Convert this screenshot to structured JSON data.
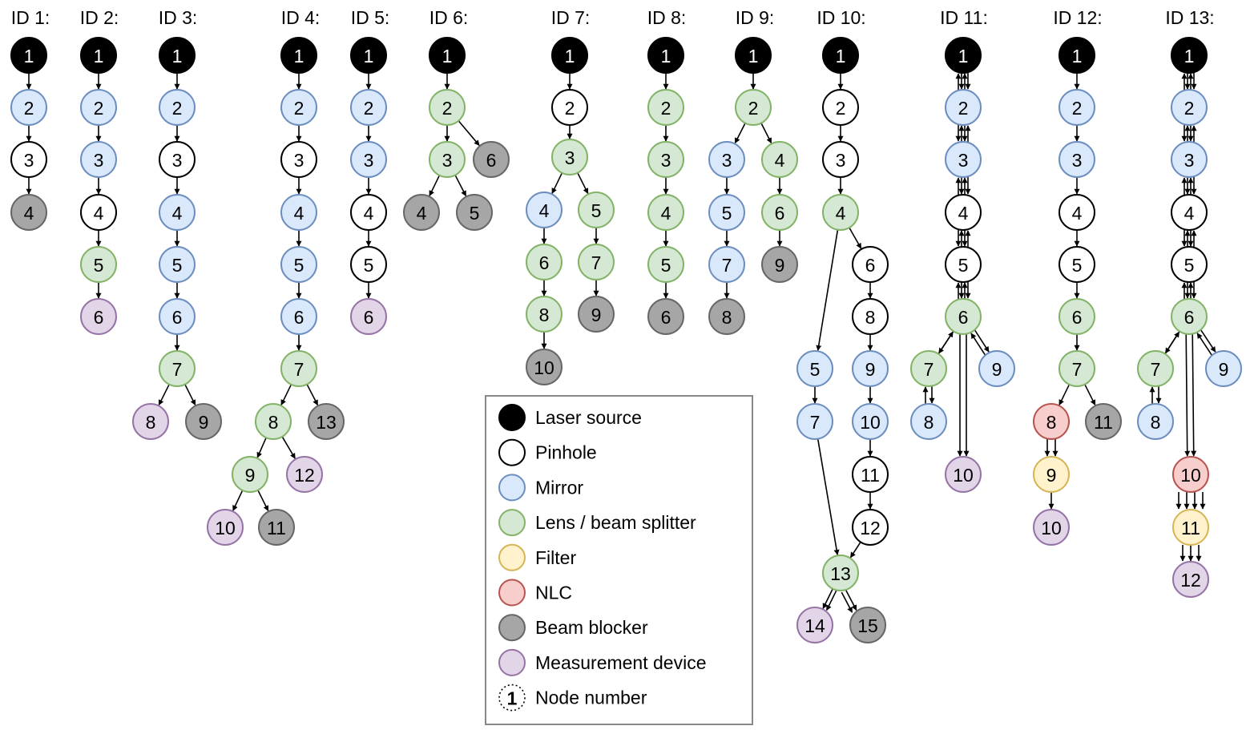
{
  "types": {
    "laser": {
      "label": "Laser source",
      "fill": "#000000",
      "stroke": "#000000",
      "text": "#ffffff"
    },
    "pinhole": {
      "label": "Pinhole",
      "fill": "#ffffff",
      "stroke": "#000000",
      "text": "#000000"
    },
    "mirror": {
      "label": "Mirror",
      "fill": "#dae8fc",
      "stroke": "#6c8ebf",
      "text": "#000000"
    },
    "lens": {
      "label": "Lens / beam splitter",
      "fill": "#d5e8d4",
      "stroke": "#82b366",
      "text": "#000000"
    },
    "filter": {
      "label": "Filter",
      "fill": "#fff2cc",
      "stroke": "#d6b656",
      "text": "#000000"
    },
    "nlc": {
      "label": "NLC",
      "fill": "#f8cecc",
      "stroke": "#b85450",
      "text": "#000000"
    },
    "blocker": {
      "label": "Beam blocker",
      "fill": "#a6a6a6",
      "stroke": "#666666",
      "text": "#000000"
    },
    "measure": {
      "label": "Measurement device",
      "fill": "#e1d5e7",
      "stroke": "#9673a6",
      "text": "#000000"
    }
  },
  "legend": {
    "items": [
      "laser",
      "pinhole",
      "mirror",
      "lens",
      "filter",
      "nlc",
      "blocker",
      "measure"
    ],
    "node_number_label": "Node number",
    "node_number_example": "1"
  },
  "graphs": [
    {
      "title": "ID 1:",
      "nodes": [
        [
          "1",
          "laser"
        ],
        [
          "2",
          "mirror"
        ],
        [
          "3",
          "pinhole"
        ],
        [
          "4",
          "blocker"
        ]
      ],
      "edges": [
        [
          "1",
          "2"
        ],
        [
          "2",
          "3"
        ],
        [
          "3",
          "4"
        ]
      ]
    },
    {
      "title": "ID 2:",
      "nodes": [
        [
          "1",
          "laser"
        ],
        [
          "2",
          "mirror"
        ],
        [
          "3",
          "mirror"
        ],
        [
          "4",
          "pinhole"
        ],
        [
          "5",
          "lens"
        ],
        [
          "6",
          "measure"
        ]
      ],
      "edges": [
        [
          "1",
          "2"
        ],
        [
          "2",
          "3"
        ],
        [
          "3",
          "4"
        ],
        [
          "4",
          "5"
        ],
        [
          "5",
          "6"
        ]
      ]
    },
    {
      "title": "ID 3:",
      "nodes": [
        [
          "1",
          "laser"
        ],
        [
          "2",
          "mirror"
        ],
        [
          "3",
          "pinhole"
        ],
        [
          "4",
          "mirror"
        ],
        [
          "5",
          "mirror"
        ],
        [
          "6",
          "mirror"
        ],
        [
          "7",
          "lens"
        ],
        [
          "8",
          "measure"
        ],
        [
          "9",
          "blocker"
        ]
      ],
      "edges": [
        [
          "1",
          "2"
        ],
        [
          "2",
          "3"
        ],
        [
          "3",
          "4"
        ],
        [
          "4",
          "5"
        ],
        [
          "5",
          "6"
        ],
        [
          "6",
          "7"
        ],
        [
          "7",
          "8"
        ],
        [
          "7",
          "9"
        ]
      ]
    },
    {
      "title": "ID 4:",
      "nodes": [
        [
          "1",
          "laser"
        ],
        [
          "2",
          "mirror"
        ],
        [
          "3",
          "pinhole"
        ],
        [
          "4",
          "mirror"
        ],
        [
          "5",
          "mirror"
        ],
        [
          "6",
          "mirror"
        ],
        [
          "7",
          "lens"
        ],
        [
          "8",
          "lens"
        ],
        [
          "13",
          "blocker"
        ],
        [
          "9",
          "lens"
        ],
        [
          "12",
          "measure"
        ],
        [
          "10",
          "measure"
        ],
        [
          "11",
          "blocker"
        ]
      ],
      "edges": [
        [
          "1",
          "2"
        ],
        [
          "2",
          "3"
        ],
        [
          "3",
          "4"
        ],
        [
          "4",
          "5"
        ],
        [
          "5",
          "6"
        ],
        [
          "6",
          "7"
        ],
        [
          "7",
          "8"
        ],
        [
          "7",
          "13"
        ],
        [
          "8",
          "9"
        ],
        [
          "8",
          "12"
        ],
        [
          "9",
          "10"
        ],
        [
          "9",
          "11"
        ]
      ]
    },
    {
      "title": "ID 5:",
      "nodes": [
        [
          "1",
          "laser"
        ],
        [
          "2",
          "mirror"
        ],
        [
          "3",
          "mirror"
        ],
        [
          "4",
          "pinhole"
        ],
        [
          "5",
          "pinhole"
        ],
        [
          "6",
          "measure"
        ]
      ],
      "edges": [
        [
          "1",
          "2"
        ],
        [
          "2",
          "3"
        ],
        [
          "3",
          "4"
        ],
        [
          "4",
          "5"
        ],
        [
          "5",
          "6"
        ]
      ]
    },
    {
      "title": "ID 6:",
      "nodes": [
        [
          "1",
          "laser"
        ],
        [
          "2",
          "lens"
        ],
        [
          "3",
          "lens"
        ],
        [
          "6",
          "blocker"
        ],
        [
          "4",
          "blocker"
        ],
        [
          "5",
          "blocker"
        ]
      ],
      "edges": [
        [
          "1",
          "2"
        ],
        [
          "2",
          "3"
        ],
        [
          "2",
          "6"
        ],
        [
          "3",
          "4"
        ],
        [
          "3",
          "5"
        ]
      ]
    },
    {
      "title": "ID 7:",
      "nodes": [
        [
          "1",
          "laser"
        ],
        [
          "2",
          "pinhole"
        ],
        [
          "3",
          "lens"
        ],
        [
          "4",
          "mirror"
        ],
        [
          "5",
          "lens"
        ],
        [
          "6",
          "lens"
        ],
        [
          "7",
          "lens"
        ],
        [
          "8",
          "lens"
        ],
        [
          "9",
          "blocker"
        ],
        [
          "10",
          "blocker"
        ]
      ],
      "edges": [
        [
          "1",
          "2"
        ],
        [
          "2",
          "3"
        ],
        [
          "3",
          "4"
        ],
        [
          "3",
          "5"
        ],
        [
          "4",
          "6"
        ],
        [
          "5",
          "7"
        ],
        [
          "6",
          "8"
        ],
        [
          "7",
          "9"
        ],
        [
          "8",
          "10"
        ]
      ]
    },
    {
      "title": "ID 8:",
      "nodes": [
        [
          "1",
          "laser"
        ],
        [
          "2",
          "lens"
        ],
        [
          "3",
          "lens"
        ],
        [
          "4",
          "lens"
        ],
        [
          "5",
          "lens"
        ],
        [
          "6",
          "blocker"
        ]
      ],
      "edges": [
        [
          "1",
          "2"
        ],
        [
          "2",
          "3"
        ],
        [
          "3",
          "4"
        ],
        [
          "4",
          "5"
        ],
        [
          "5",
          "6"
        ]
      ]
    },
    {
      "title": "ID 9:",
      "nodes": [
        [
          "1",
          "laser"
        ],
        [
          "2",
          "lens"
        ],
        [
          "3",
          "mirror"
        ],
        [
          "4",
          "lens"
        ],
        [
          "5",
          "mirror"
        ],
        [
          "6",
          "lens"
        ],
        [
          "7",
          "mirror"
        ],
        [
          "9",
          "blocker"
        ],
        [
          "8",
          "blocker"
        ]
      ],
      "edges": [
        [
          "1",
          "2"
        ],
        [
          "2",
          "3"
        ],
        [
          "2",
          "4"
        ],
        [
          "3",
          "5"
        ],
        [
          "4",
          "6"
        ],
        [
          "5",
          "7"
        ],
        [
          "6",
          "9"
        ],
        [
          "7",
          "8"
        ]
      ]
    },
    {
      "title": "ID 10:",
      "nodes": [
        [
          "1",
          "laser"
        ],
        [
          "2",
          "pinhole"
        ],
        [
          "3",
          "pinhole"
        ],
        [
          "4",
          "lens"
        ],
        [
          "6",
          "pinhole"
        ],
        [
          "8",
          "pinhole"
        ],
        [
          "5",
          "mirror"
        ],
        [
          "9",
          "mirror"
        ],
        [
          "7",
          "mirror"
        ],
        [
          "10",
          "mirror"
        ],
        [
          "11",
          "pinhole"
        ],
        [
          "12",
          "pinhole"
        ],
        [
          "13",
          "lens"
        ],
        [
          "14",
          "measure"
        ],
        [
          "15",
          "blocker"
        ]
      ],
      "edges": [
        [
          "1",
          "2"
        ],
        [
          "2",
          "3"
        ],
        [
          "3",
          "4"
        ],
        [
          "4",
          "5"
        ],
        [
          "4",
          "6"
        ],
        [
          "6",
          "8"
        ],
        [
          "8",
          "9"
        ],
        [
          "9",
          "10"
        ],
        [
          "10",
          "11"
        ],
        [
          "11",
          "12"
        ],
        [
          "5",
          "7"
        ],
        [
          "7",
          "13"
        ],
        [
          "12",
          "13"
        ],
        [
          "13",
          "14"
        ],
        [
          "13",
          "14"
        ],
        [
          "13",
          "15"
        ],
        [
          "13",
          "15"
        ]
      ]
    },
    {
      "title": "ID 11:",
      "nodes": [
        [
          "1",
          "laser"
        ],
        [
          "2",
          "mirror"
        ],
        [
          "3",
          "mirror"
        ],
        [
          "4",
          "pinhole"
        ],
        [
          "5",
          "pinhole"
        ],
        [
          "6",
          "lens"
        ],
        [
          "7",
          "lens"
        ],
        [
          "9",
          "mirror"
        ],
        [
          "8",
          "mirror"
        ],
        [
          "10",
          "measure"
        ]
      ],
      "edges": [
        [
          "1",
          "2"
        ],
        [
          "2",
          "1"
        ],
        [
          "2",
          "3"
        ],
        [
          "3",
          "2"
        ],
        [
          "3",
          "4"
        ],
        [
          "4",
          "3"
        ],
        [
          "4",
          "5"
        ],
        [
          "5",
          "4"
        ],
        [
          "5",
          "6"
        ],
        [
          "6",
          "5"
        ],
        [
          "1",
          "2"
        ],
        [
          "2",
          "1"
        ],
        [
          "2",
          "3"
        ],
        [
          "3",
          "2"
        ],
        [
          "3",
          "4"
        ],
        [
          "4",
          "3"
        ],
        [
          "4",
          "5"
        ],
        [
          "5",
          "4"
        ],
        [
          "5",
          "6"
        ],
        [
          "6",
          "5"
        ],
        [
          "6",
          "7"
        ],
        [
          "7",
          "8"
        ],
        [
          "8",
          "7"
        ],
        [
          "7",
          "6"
        ],
        [
          "6",
          "9"
        ],
        [
          "9",
          "6"
        ],
        [
          "6",
          "10"
        ],
        [
          "6",
          "10"
        ]
      ]
    },
    {
      "title": "ID 12:",
      "nodes": [
        [
          "1",
          "laser"
        ],
        [
          "2",
          "mirror"
        ],
        [
          "3",
          "mirror"
        ],
        [
          "4",
          "pinhole"
        ],
        [
          "5",
          "pinhole"
        ],
        [
          "6",
          "lens"
        ],
        [
          "7",
          "lens"
        ],
        [
          "8",
          "nlc"
        ],
        [
          "11",
          "blocker"
        ],
        [
          "9",
          "filter"
        ],
        [
          "10",
          "measure"
        ]
      ],
      "edges": [
        [
          "1",
          "2"
        ],
        [
          "2",
          "3"
        ],
        [
          "3",
          "4"
        ],
        [
          "4",
          "5"
        ],
        [
          "5",
          "6"
        ],
        [
          "6",
          "7"
        ],
        [
          "7",
          "8"
        ],
        [
          "7",
          "11"
        ],
        [
          "8",
          "9"
        ],
        [
          "8",
          "9"
        ],
        [
          "9",
          "10"
        ]
      ]
    },
    {
      "title": "ID 13:",
      "nodes": [
        [
          "1",
          "laser"
        ],
        [
          "2",
          "mirror"
        ],
        [
          "3",
          "mirror"
        ],
        [
          "4",
          "pinhole"
        ],
        [
          "5",
          "pinhole"
        ],
        [
          "6",
          "lens"
        ],
        [
          "7",
          "lens"
        ],
        [
          "9",
          "mirror"
        ],
        [
          "8",
          "mirror"
        ],
        [
          "10",
          "nlc"
        ],
        [
          "11",
          "filter"
        ],
        [
          "12",
          "measure"
        ]
      ],
      "edges": [
        [
          "1",
          "2"
        ],
        [
          "2",
          "1"
        ],
        [
          "2",
          "3"
        ],
        [
          "3",
          "2"
        ],
        [
          "3",
          "4"
        ],
        [
          "4",
          "3"
        ],
        [
          "4",
          "5"
        ],
        [
          "5",
          "4"
        ],
        [
          "5",
          "6"
        ],
        [
          "6",
          "5"
        ],
        [
          "1",
          "2"
        ],
        [
          "2",
          "1"
        ],
        [
          "2",
          "3"
        ],
        [
          "3",
          "2"
        ],
        [
          "3",
          "4"
        ],
        [
          "4",
          "3"
        ],
        [
          "4",
          "5"
        ],
        [
          "5",
          "4"
        ],
        [
          "5",
          "6"
        ],
        [
          "6",
          "5"
        ],
        [
          "6",
          "7"
        ],
        [
          "7",
          "8"
        ],
        [
          "8",
          "7"
        ],
        [
          "7",
          "6"
        ],
        [
          "6",
          "9"
        ],
        [
          "9",
          "6"
        ],
        [
          "6",
          "10"
        ],
        [
          "6",
          "10"
        ],
        [
          "10",
          "11"
        ],
        [
          "10",
          "11"
        ],
        [
          "10",
          "11"
        ],
        [
          "10",
          "11"
        ],
        [
          "11",
          "12"
        ],
        [
          "11",
          "12"
        ],
        [
          "11",
          "12"
        ]
      ]
    }
  ]
}
